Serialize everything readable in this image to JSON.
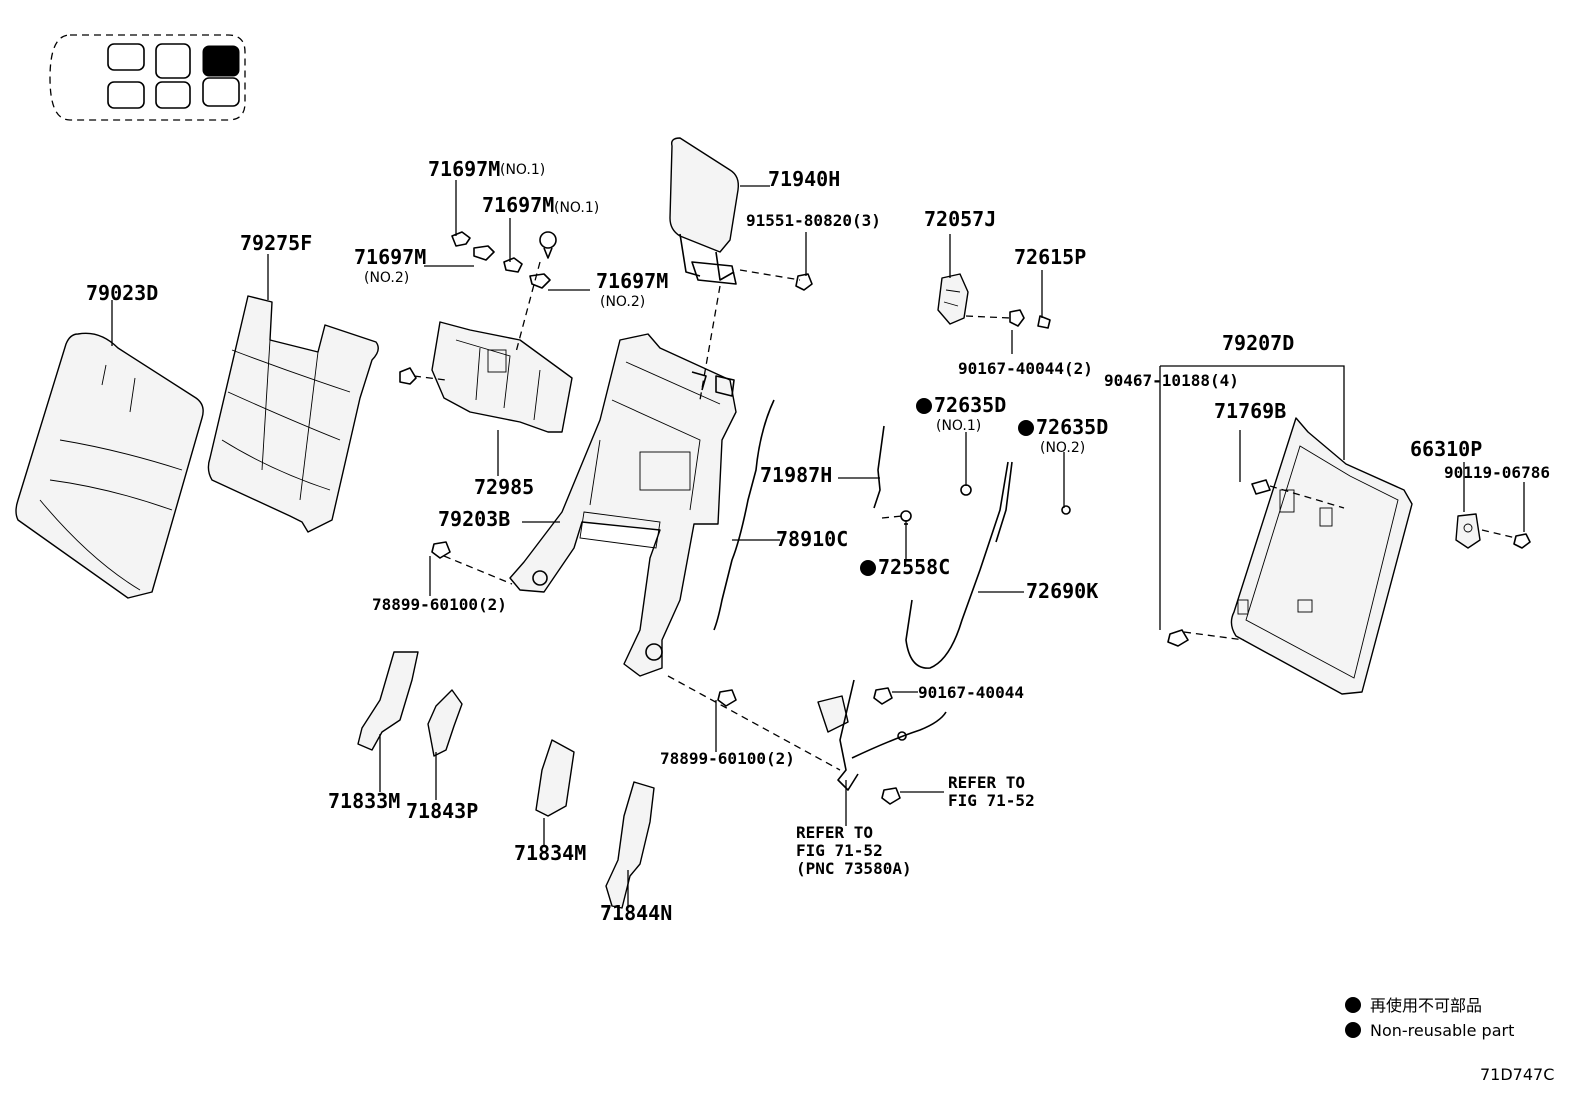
{
  "labels": {
    "p79023D": "79023D",
    "p79275F": "79275F",
    "p71697M_a": "71697M",
    "p71697M_a_note": "(NO.1)",
    "p71697M_b": "71697M",
    "p71697M_b_note": "(NO.1)",
    "p71697M_c": "71697M",
    "p71697M_c_note": "(NO.2)",
    "p71697M_d": "71697M",
    "p71697M_d_note": "(NO.2)",
    "p71940H": "71940H",
    "p91551": "91551-80820(3)",
    "p72057J": "72057J",
    "p72615P": "72615P",
    "p90167_a": "90167-40044(2)",
    "p79207D": "79207D",
    "p90467": "90467-10188(4)",
    "p71769B": "71769B",
    "p66310P": "66310P",
    "p90119": "90119-06786",
    "p72635D_a": "72635D",
    "p72635D_a_note": "(NO.1)",
    "p72635D_b": "72635D",
    "p72635D_b_note": "(NO.2)",
    "p72985": "72985",
    "p79203B": "79203B",
    "p71987H": "71987H",
    "p78910C": "78910C",
    "p72558C": "72558C",
    "p72690K": "72690K",
    "p78899_a": "78899-60100(2)",
    "p78899_b": "78899-60100(2)",
    "p90167_b": "90167-40044",
    "refer1_l1": "REFER TO",
    "refer1_l2": "FIG 71-52",
    "refer2_l1": "REFER TO",
    "refer2_l2": "FIG 71-52",
    "refer2_l3": "(PNC 73580A)",
    "p71833M": "71833M",
    "p71843P": "71843P",
    "p71834M": "71834M",
    "p71844N": "71844N"
  },
  "legend": {
    "jp": "再使用不可部品",
    "en": "Non-reusable part"
  },
  "figure_code": "71D747C",
  "seat_locator": {
    "highlighted_seat": "rear-right",
    "highlight_color": "#000000"
  },
  "non_reusable_parts": [
    "72635D",
    "72635D",
    "72558C"
  ]
}
